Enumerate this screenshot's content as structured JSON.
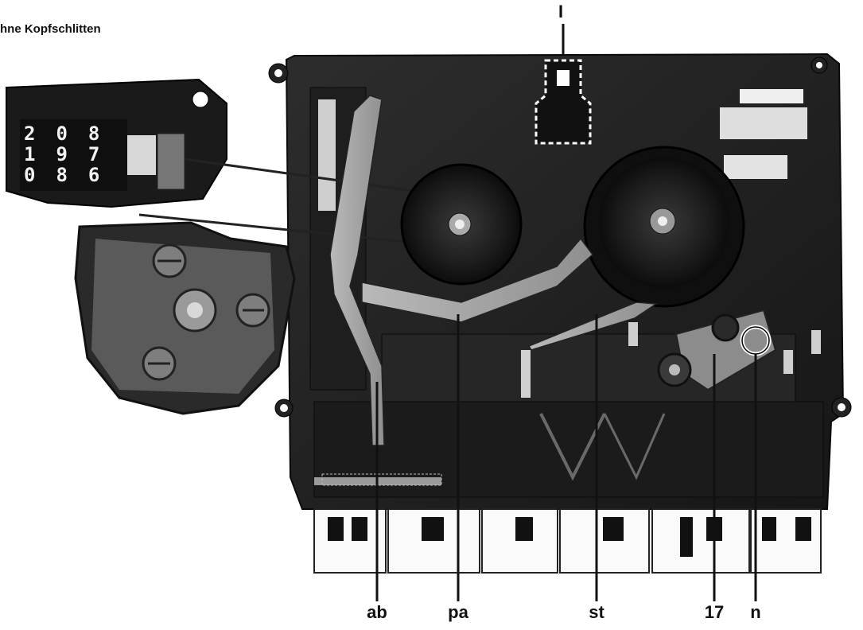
{
  "caption": "hne Kopfschlitten",
  "counter_digits": {
    "top_row": [
      "2",
      "0",
      "8"
    ],
    "mid_row": [
      "1",
      "9",
      "7"
    ],
    "bottom_row": [
      "0",
      "8",
      "6"
    ]
  },
  "labels": {
    "top": "I",
    "ab": "ab",
    "pa": "pa",
    "st": "st",
    "n17": "17",
    "n": "n"
  }
}
